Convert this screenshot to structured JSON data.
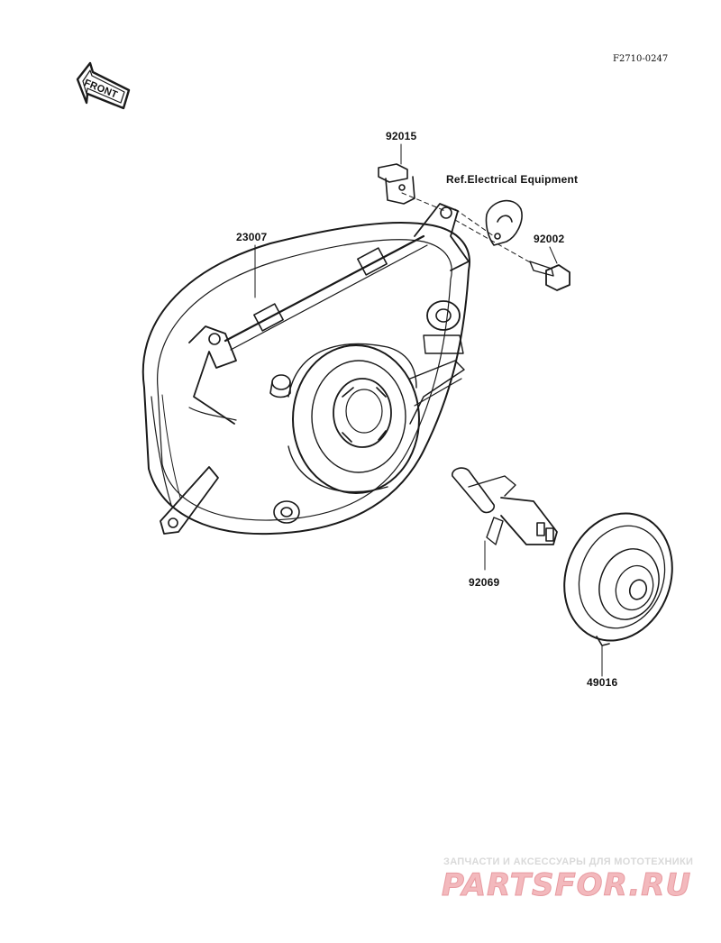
{
  "diagram": {
    "figure_code": "F2710-0247",
    "front_arrow_label": "FRONT",
    "reference_note": "Ref.Electrical Equipment",
    "parts": [
      {
        "id": "headlight-unit",
        "number": "23007"
      },
      {
        "id": "nut-clip",
        "number": "92015"
      },
      {
        "id": "bolt",
        "number": "92002"
      },
      {
        "id": "bulb",
        "number": "92069"
      },
      {
        "id": "dust-cover",
        "number": "49016"
      }
    ]
  },
  "watermark": {
    "tagline": "ЗАПЧАСТИ И АКСЕССУАРЫ ДЛЯ МОТОТЕХНИКИ",
    "logo_text": "PARTSFOR.RU",
    "color": "#e79aa0"
  },
  "colors": {
    "line": "#1a1a1a",
    "background": "#ffffff"
  }
}
